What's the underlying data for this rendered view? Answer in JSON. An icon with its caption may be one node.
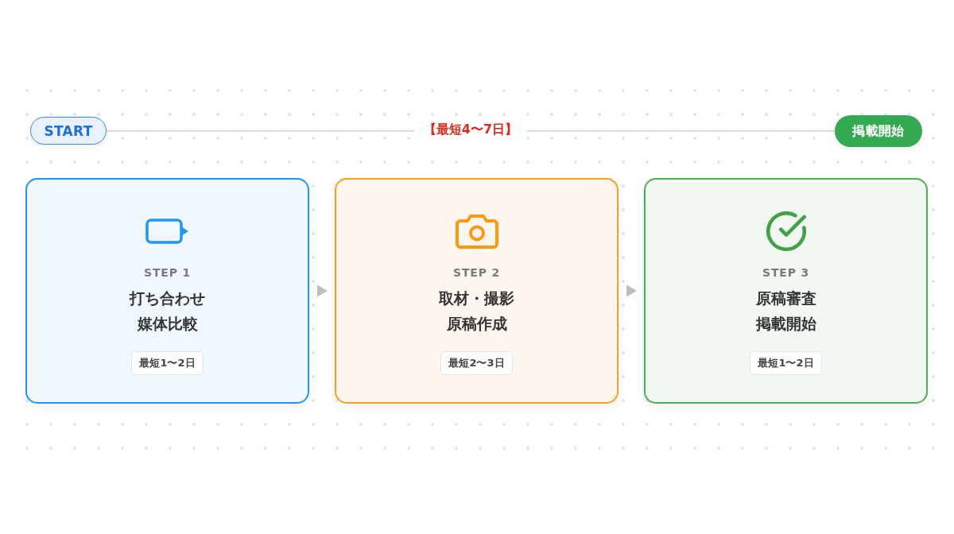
{
  "diagram": {
    "nodes": [
      {
        "text": [
          "START"
        ]
      },
      {
        "text": [
          "掲載開始"
        ]
      },
      {
        "text": [
          "STEP 1",
          "打ち合わせ",
          "媒体比較"
        ]
      },
      {
        "text": [
          "最短1〜2日"
        ],
        "in": 2
      },
      {
        "text": [
          "STEP 2",
          "取材・撮影",
          "原稿作成"
        ]
      },
      {
        "text": [
          "最短2〜3日"
        ],
        "in": 4
      },
      {
        "text": [
          "STEP 3",
          "原稿審査",
          "掲載開始"
        ]
      },
      {
        "text": [
          "最短1〜2日"
        ],
        "in": 6
      }
    ],
    "edges": [
      {
        "from": 0,
        "to": 1,
        "arrow": "none",
        "label": "【最短4〜7日】"
      },
      {
        "from": 2,
        "to": 4,
        "arrow": "to"
      },
      {
        "from": 4,
        "to": 6,
        "arrow": "to"
      }
    ]
  }
}
